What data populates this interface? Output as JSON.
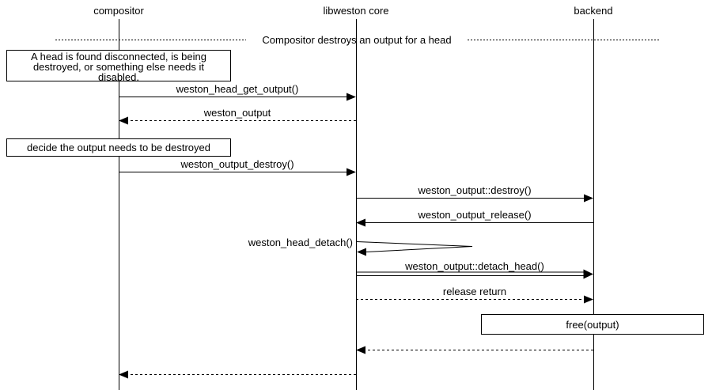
{
  "participants": [
    {
      "label": "compositor"
    },
    {
      "label": "libweston core"
    },
    {
      "label": "backend"
    }
  ],
  "divider": {
    "label": "Compositor destroys an output for a head"
  },
  "notes": {
    "head_disconnected": {
      "lines": [
        "A head is found disconnected, is being",
        "destroyed, or something else needs it",
        "disabled."
      ]
    },
    "decide_destroy": {
      "text": "decide the output needs to be destroyed"
    },
    "free_output": {
      "text": "free(output)"
    }
  },
  "messages": {
    "head_get_output": "weston_head_get_output()",
    "weston_output_return": "weston_output",
    "output_destroy": "weston_output_destroy()",
    "output_destroy_vfunc": "weston_output::destroy()",
    "output_release": "weston_output_release()",
    "head_detach": "weston_head_detach()",
    "detach_head_vfunc": "weston_output::detach_head()",
    "release_return": "release return"
  },
  "colors": {
    "stroke": "#000000",
    "background": "#ffffff"
  }
}
